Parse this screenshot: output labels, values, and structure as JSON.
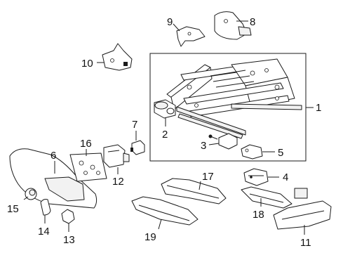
{
  "callouts": [
    {
      "id": "1",
      "text": "1"
    },
    {
      "id": "2",
      "text": "2"
    },
    {
      "id": "3",
      "text": "3"
    },
    {
      "id": "4",
      "text": "4"
    },
    {
      "id": "5",
      "text": "5"
    },
    {
      "id": "6",
      "text": "6"
    },
    {
      "id": "7",
      "text": "7"
    },
    {
      "id": "8",
      "text": "8"
    },
    {
      "id": "9",
      "text": "9"
    },
    {
      "id": "10",
      "text": "10"
    },
    {
      "id": "11",
      "text": "11"
    },
    {
      "id": "12",
      "text": "12"
    },
    {
      "id": "13",
      "text": "13"
    },
    {
      "id": "14",
      "text": "14"
    },
    {
      "id": "15",
      "text": "15"
    },
    {
      "id": "16",
      "text": "16"
    },
    {
      "id": "17",
      "text": "17"
    },
    {
      "id": "18",
      "text": "18"
    },
    {
      "id": "19",
      "text": "19"
    }
  ],
  "colors": {
    "line": "#1a1a1a",
    "background": "#ffffff"
  }
}
